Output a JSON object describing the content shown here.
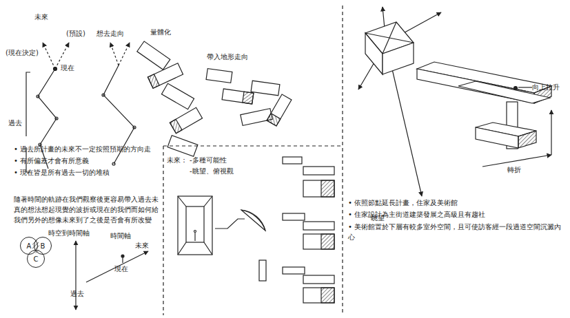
{
  "diagram": {
    "nodes": [
      {
        "text": [
          "A"
        ]
      },
      {
        "text": [
          "B"
        ]
      },
      {
        "text": [
          "C"
        ]
      }
    ],
    "labels": [
      "未來",
      "(現在決定)",
      "(預設)",
      "現在",
      "過去",
      "想去走向",
      "量體化",
      "帶入地形走向",
      "• 過去所計畫的未來不一定按照預期的方向走",
      "• 有所偏差才會有所意義",
      "• 現在皆是所有過去一切的堆積",
      "隨著時間的軌跡在我們觀察後更容易帶入過去未真的想法想起現覺的波折或現在的我們而如何給我們另外的想像未來到了之後是否會有所改變",
      "時空到時間軸",
      "時間軸",
      "未來",
      "現在",
      "過去",
      "未來：",
      "-多種可能性",
      "-眺望、俯視觀",
      "眺望",
      "向上拉升",
      "轉折",
      "• 依照節點延長計畫，住家及美術館",
      "• 住家設計為主街道建築發展之高級且有趨社",
      "• 美術館置於下層有較多室外空間，且可使訪客經一段過道空間沉澱內心"
    ]
  }
}
